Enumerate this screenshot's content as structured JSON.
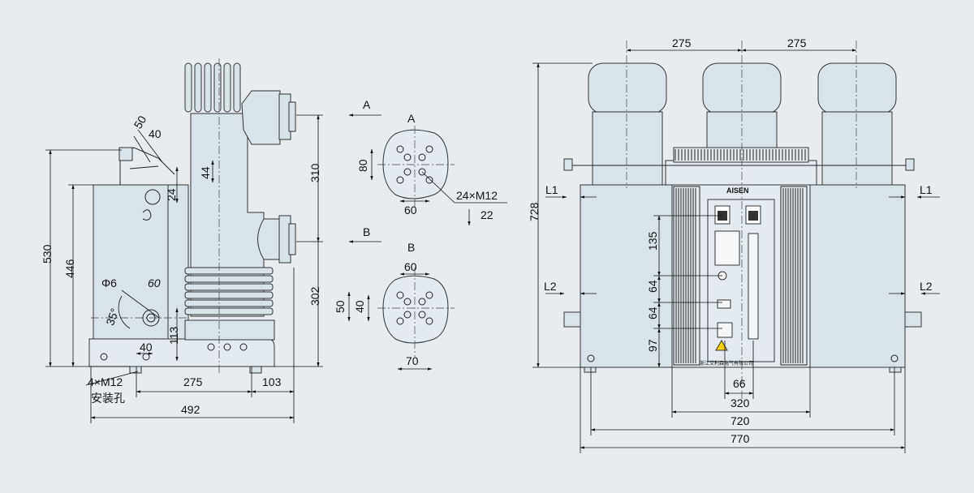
{
  "colors": {
    "background": "#e8ecef",
    "body_fill": "#d9e3ea",
    "line": "#222222"
  },
  "side_view": {
    "dims": {
      "d50": "50",
      "d40_top": "40",
      "d44": "44",
      "d24": "24",
      "d310": "310",
      "d302": "302",
      "d530": "530",
      "d446": "446",
      "phi6": "Φ6",
      "d60": "60",
      "angle35": "35°",
      "d40_bottom": "40",
      "d113": "113",
      "d275": "275",
      "d103": "103",
      "d492": "492"
    },
    "mount_hole_spec": "4×M12",
    "mount_hole_label": "安装孔"
  },
  "terminals": {
    "arrow_a_label": "A",
    "arrow_b_label": "B",
    "view_a": {
      "title": "A",
      "d80": "80",
      "d60": "60",
      "thread": "24×M12",
      "depth": "22"
    },
    "view_b": {
      "title": "B",
      "d60": "60",
      "d50": "50",
      "d40": "40",
      "d70": "70"
    }
  },
  "front_view": {
    "dims": {
      "d275_left": "275",
      "d275_right": "275",
      "d728": "728",
      "l1_left": "L1",
      "l1_right": "L1",
      "l2_left": "L2",
      "l2_right": "L2",
      "d135": "135",
      "d64_a": "64",
      "d64_b": "64",
      "d97": "97",
      "d66": "66",
      "d320": "320",
      "d720": "720",
      "d770": "770"
    },
    "logo": "AISEN",
    "company": "浙江艾利森电气有限公司"
  }
}
